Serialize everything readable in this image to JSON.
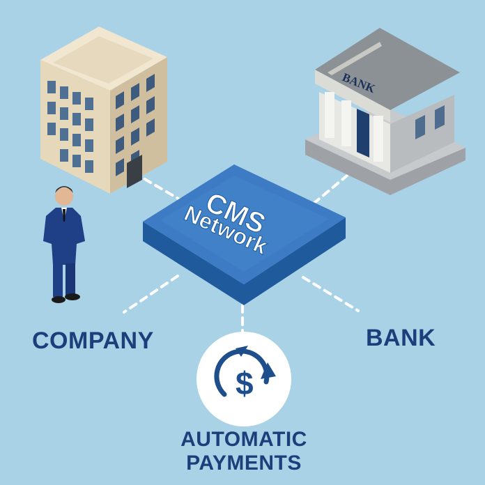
{
  "hub": {
    "line1": "CMS",
    "line2": "Network"
  },
  "bank_building": {
    "sign": "BANK"
  },
  "labels": {
    "company": "COMPANY",
    "bank": "BANK",
    "payments_line1": "AUTOMATIC",
    "payments_line2": "PAYMENTS"
  },
  "icons": {
    "company": "office-building-icon",
    "person": "businessman-icon",
    "bank": "bank-building-icon",
    "payments": "dollar-cycle-icon"
  },
  "colors": {
    "background": "#a9d2e6",
    "hub_top": "#3d7cc4",
    "hub_side": "#1f5a9c",
    "label": "#1b3f7a",
    "connector": "#ffffff"
  }
}
